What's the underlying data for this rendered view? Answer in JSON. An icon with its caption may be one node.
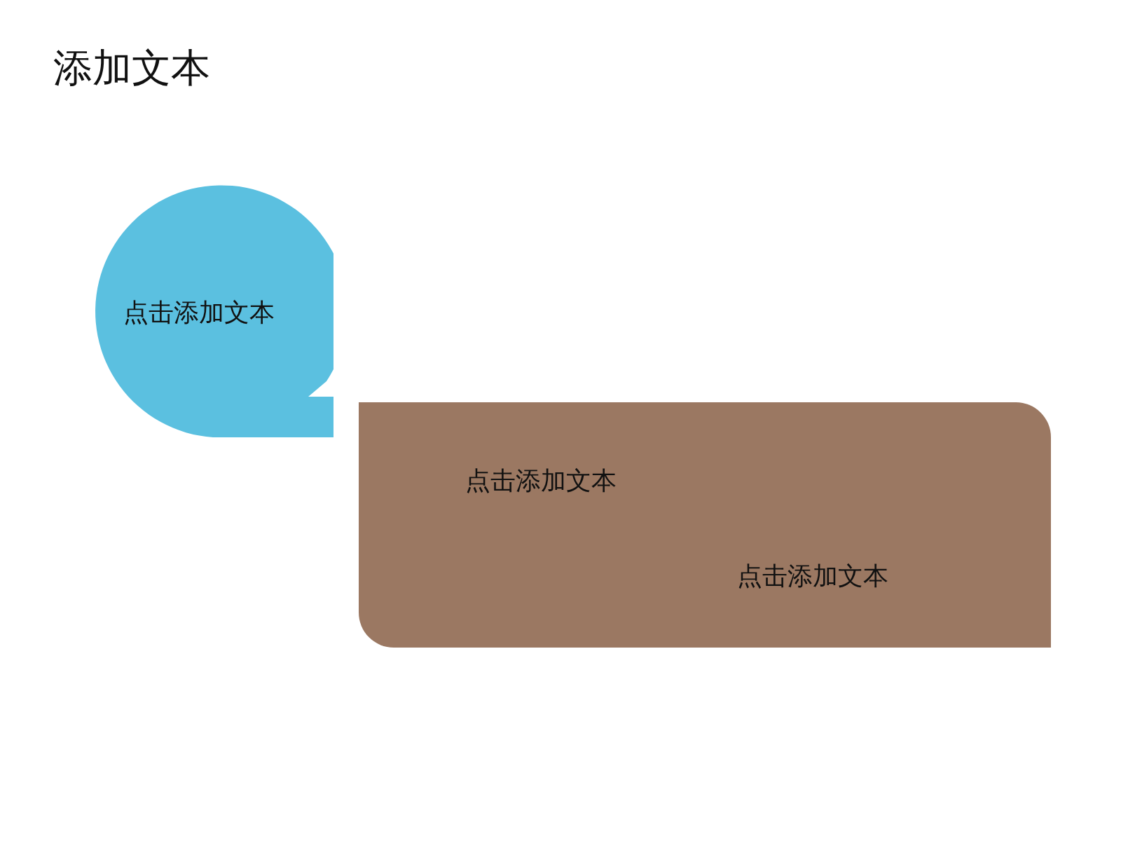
{
  "diagram": {
    "title": "添加文本",
    "nodes": [
      {
        "text": [
          "点击添加文本"
        ]
      },
      {
        "text": [
          "点击添加文本",
          "点击添加文本"
        ]
      }
    ]
  }
}
